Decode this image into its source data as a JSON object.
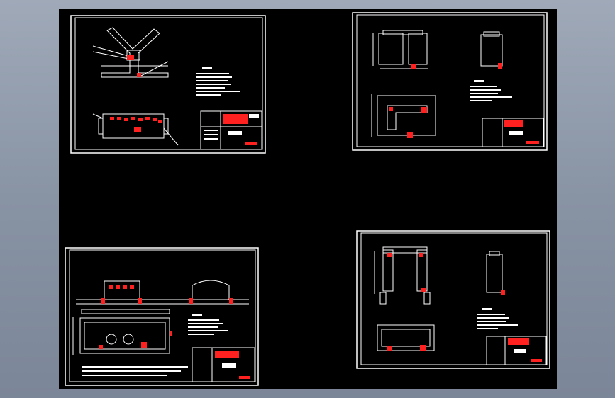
{
  "app": {
    "background_color": "#8d98a9",
    "viewport_color": "#000000",
    "line_color": "#ffffff",
    "mark_color": "#ff2020"
  },
  "sheets": [
    {
      "id": "sheet-1",
      "title_block_label": "",
      "notes_heading": ""
    },
    {
      "id": "sheet-2",
      "title_block_label": "",
      "notes_heading": ""
    },
    {
      "id": "sheet-3",
      "title_block_label": "",
      "notes_heading": ""
    },
    {
      "id": "sheet-4",
      "title_block_label": "",
      "notes_heading": ""
    }
  ]
}
